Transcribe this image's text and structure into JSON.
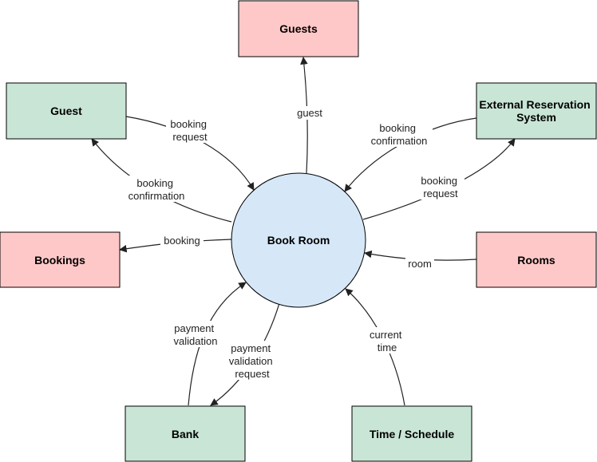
{
  "colors": {
    "entity_green": "#c9e5d6",
    "store_pink": "#ffc8c8",
    "process_blue": "#d6e8f8",
    "stroke": "#000000",
    "edge_label_bg": "#ffffff"
  },
  "nodes": {
    "guests": {
      "label": "Guests"
    },
    "guest": {
      "label": "Guest"
    },
    "external_reservation": {
      "label_lines": [
        "External Reservation",
        "System"
      ]
    },
    "bookings": {
      "label": "Bookings"
    },
    "rooms": {
      "label": "Rooms"
    },
    "bank": {
      "label": "Bank"
    },
    "time_schedule": {
      "label": "Time / Schedule"
    },
    "book_room": {
      "label": "Book Room"
    }
  },
  "edges": {
    "guest_out": {
      "label": "guest"
    },
    "guest_booking_request": {
      "lines": [
        "booking",
        "request"
      ]
    },
    "guest_booking_confirmation": {
      "lines": [
        "booking",
        "confirmation"
      ]
    },
    "ext_booking_confirmation": {
      "lines": [
        "booking",
        "confirmation"
      ]
    },
    "ext_booking_request": {
      "lines": [
        "booking",
        "request"
      ]
    },
    "booking_out": {
      "label": "booking"
    },
    "room_in": {
      "label": "room"
    },
    "payment_validation": {
      "lines": [
        "payment",
        "validation"
      ]
    },
    "payment_validation_request": {
      "lines": [
        "payment",
        "validation",
        "request"
      ]
    },
    "current_time": {
      "lines": [
        "current",
        "time"
      ]
    }
  }
}
